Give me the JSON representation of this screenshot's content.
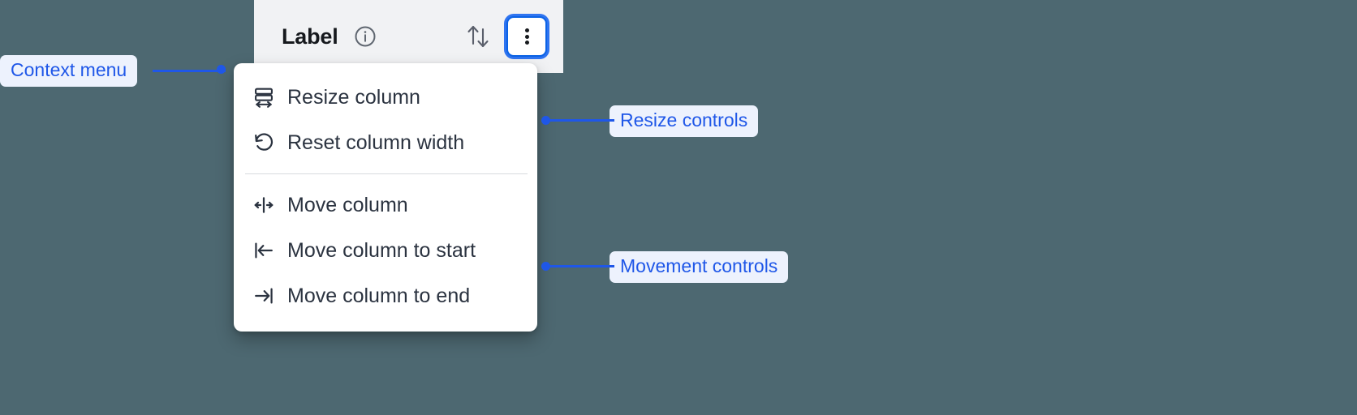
{
  "background_color": "#4d6871",
  "accent_color": "#1f57e8",
  "column_header": {
    "title": "Label",
    "background_color": "#f1f2f4",
    "info_icon": "info-circle-icon",
    "sort_icon": "sort-up-down-arrows-icon",
    "menu_button_icon": "kebab-vertical-dots-icon",
    "menu_button_focus_color": "#0b63e5"
  },
  "context_menu": {
    "groups": [
      {
        "name": "resize",
        "items": [
          {
            "label": "Resize column",
            "icon": "resize-column-icon"
          },
          {
            "label": "Reset column width",
            "icon": "undo-rotate-icon"
          }
        ]
      },
      {
        "name": "movement",
        "items": [
          {
            "label": "Move column",
            "icon": "move-column-left-right-icon"
          },
          {
            "label": "Move column to start",
            "icon": "move-to-start-icon"
          },
          {
            "label": "Move column to end",
            "icon": "move-to-end-icon"
          }
        ]
      }
    ]
  },
  "annotations": [
    {
      "id": "context-menu",
      "label": "Context menu"
    },
    {
      "id": "resize",
      "label": "Resize controls"
    },
    {
      "id": "movement",
      "label": "Movement controls"
    }
  ]
}
